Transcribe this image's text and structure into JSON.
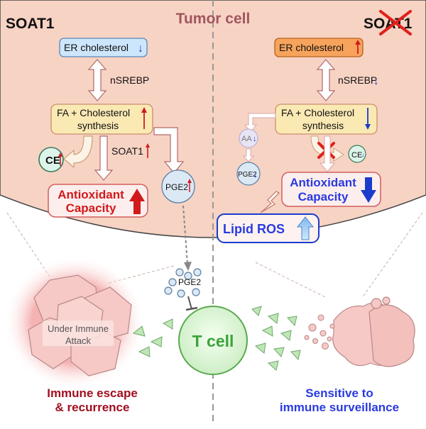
{
  "header": {
    "cell_title": "Tumor cell",
    "left_label": "SOAT1",
    "right_label": "SOAT1"
  },
  "left": {
    "er_cholesterol": "ER cholesterol",
    "nsrebp": "nSREBP",
    "fa_line1": "FA + Cholesterol",
    "fa_line2": "synthesis",
    "soat1": "SOAT1",
    "ce": "CE",
    "pge2": "PGE2",
    "antiox_line1": "Antioxidant",
    "antiox_line2": "Capacity",
    "pge2_secreted": "PGE2",
    "attack_line1": "Under Immune",
    "attack_line2": "Attack",
    "outcome_line1": "Immune escape",
    "outcome_line2": "& recurrence"
  },
  "right": {
    "er_cholesterol": "ER cholesterol",
    "nsrebp": "nSREBP",
    "fa_line1": "FA + Cholesterol",
    "fa_line2": "synthesis",
    "aa": "AA",
    "pge2": "PGE2",
    "ce": "CE",
    "antiox_line1": "Antioxidant",
    "antiox_line2": "Capacity",
    "lipid_ros": "Lipid ROS",
    "outcome_line1": "Sensitive to",
    "outcome_line2": "immune surveillance"
  },
  "center": {
    "tcell": "T cell"
  },
  "colors": {
    "cell_fill": "#f7d3c4",
    "up_red": "#d11a1a",
    "down_blue": "#1a3ccc",
    "dark_red_text": "#a10f1f",
    "blue_text": "#2a3ae0",
    "tcell_green": "#3aa33a"
  }
}
